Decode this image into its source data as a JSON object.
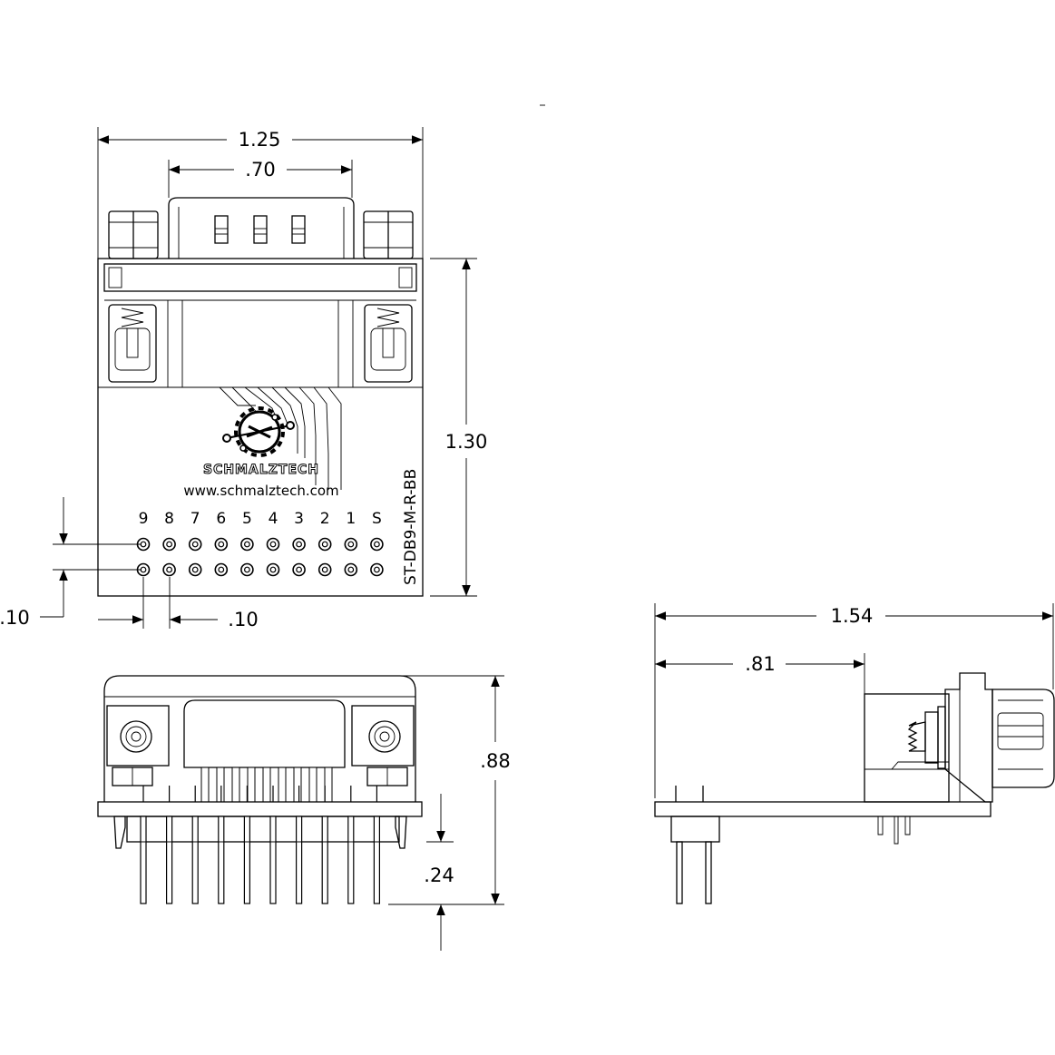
{
  "brand": {
    "name": "SCHMALZTECH",
    "url": "www.schmalztech.com",
    "part_number": "ST-DB9-M-R-BB"
  },
  "pin_labels": [
    "9",
    "8",
    "7",
    "6",
    "5",
    "4",
    "3",
    "2",
    "1",
    "S"
  ],
  "dimensions": {
    "top_width_overall": "1.25",
    "top_connector_width": ".70",
    "top_height": "1.30",
    "pitch_vertical": ".10",
    "pitch_horizontal": ".10",
    "front_height": ".88",
    "pin_length": ".24",
    "side_length_overall": "1.54",
    "side_offset": ".81"
  },
  "colors": {
    "line": "#000000",
    "background": "#ffffff"
  }
}
